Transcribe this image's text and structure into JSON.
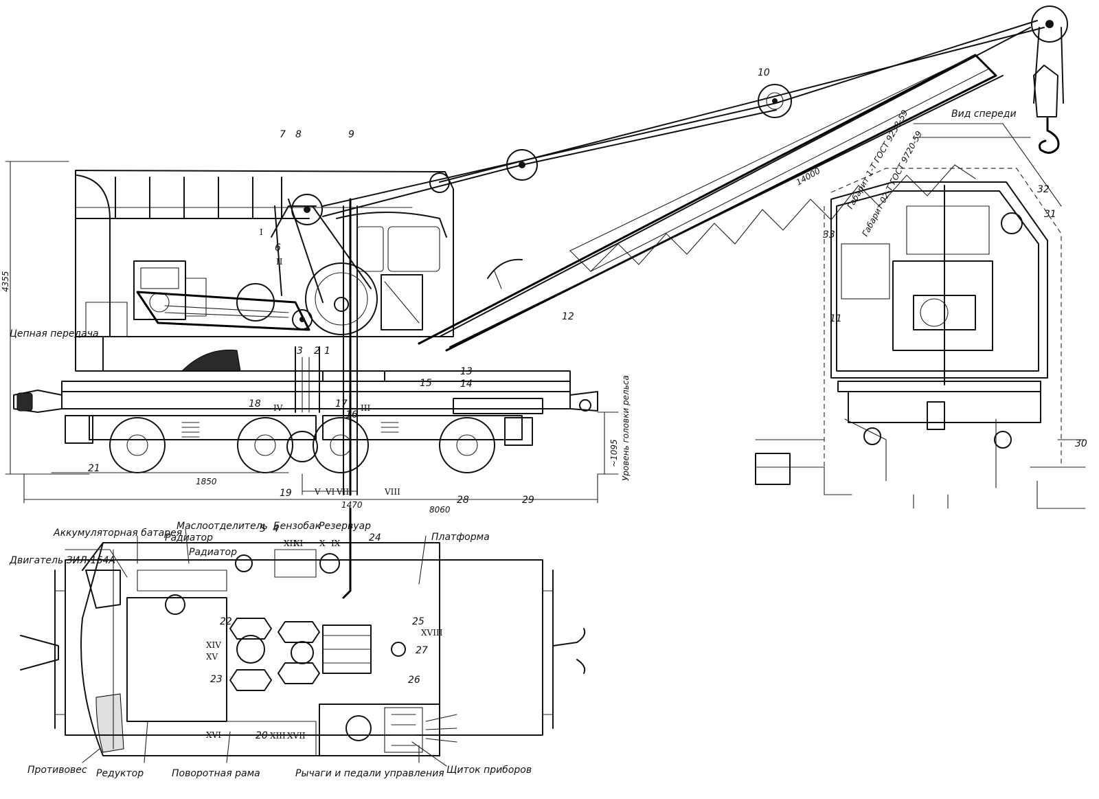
{
  "side_view": {
    "dim_height": "4355",
    "chain_drive": "Цепная передача",
    "dim_1850": "1850",
    "dim_1470": "1470",
    "dim_8060": "8060",
    "dim_14000": "14000",
    "dim_1095": "~1095",
    "rail_level": "Уровень головки рельса",
    "numbers": [
      "1",
      "2",
      "3",
      "4",
      "5",
      "6",
      "7",
      "8",
      "9",
      "10",
      "11",
      "12",
      "13",
      "14",
      "15",
      "16",
      "17",
      "18",
      "19",
      "20",
      "21",
      "22",
      "23",
      "24",
      "25",
      "26",
      "27",
      "28",
      "29",
      "30",
      "31",
      "32",
      "33"
    ],
    "romans": [
      "I",
      "II",
      "III",
      "IV",
      "V",
      "VI",
      "VII",
      "VIII",
      "IX",
      "X",
      "XI",
      "XII",
      "XIII",
      "XIV",
      "XV",
      "XVI",
      "XVII",
      "XVIII"
    ]
  },
  "front_view": {
    "title": "Вид спереди",
    "gauge_1": "Габарит 1-Т ГОСТ 9238-59",
    "gauge_2": "Габарит 02-Т ГОСТ 9720-59"
  },
  "plan_view": {
    "battery": "Аккумуляторная батарея",
    "engine": "Двигатель ЗИЛ-164А",
    "radiator": "Радиатор",
    "oil_separator": "Маслоотделитель",
    "fuel_tank": "Бензобак",
    "reservoir": "Резервуар",
    "platform": "Платформа",
    "counterweight": "Противовес",
    "reducer": "Редуктор",
    "rotary_frame": "Поворотная рама",
    "levers": "Рычаги и педали управления",
    "instrument_panel": "Щиток приборов",
    "small_radiator": "Радиатор"
  }
}
